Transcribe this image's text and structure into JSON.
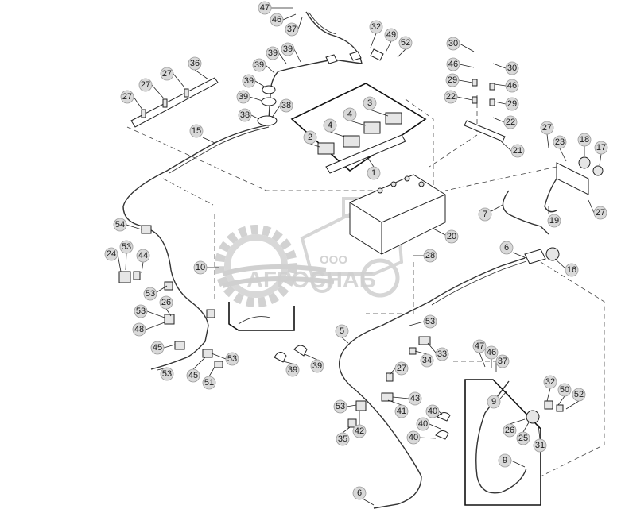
{
  "watermark": {
    "company_prefix": "ООО",
    "company_name": "АГРОСНАБ"
  },
  "callouts": [
    "47",
    "46",
    "37",
    "32",
    "49",
    "52",
    "30",
    "46",
    "30",
    "29",
    "46",
    "22",
    "29",
    "22",
    "21",
    "36",
    "27",
    "27",
    "27",
    "39",
    "39",
    "39",
    "39",
    "39",
    "38",
    "38",
    "3",
    "4",
    "4",
    "2",
    "1",
    "15",
    "27",
    "23",
    "18",
    "17",
    "7",
    "19",
    "27",
    "20",
    "6",
    "16",
    "54",
    "53",
    "24",
    "44",
    "53",
    "26",
    "53",
    "48",
    "45",
    "10",
    "28",
    "5",
    "53",
    "33",
    "34",
    "39",
    "39",
    "45",
    "51",
    "53",
    "27",
    "43",
    "41",
    "53",
    "42",
    "35",
    "40",
    "40",
    "40",
    "47",
    "46",
    "37",
    "9",
    "32",
    "50",
    "52",
    "26",
    "25",
    "31",
    "9",
    "6",
    "53"
  ]
}
